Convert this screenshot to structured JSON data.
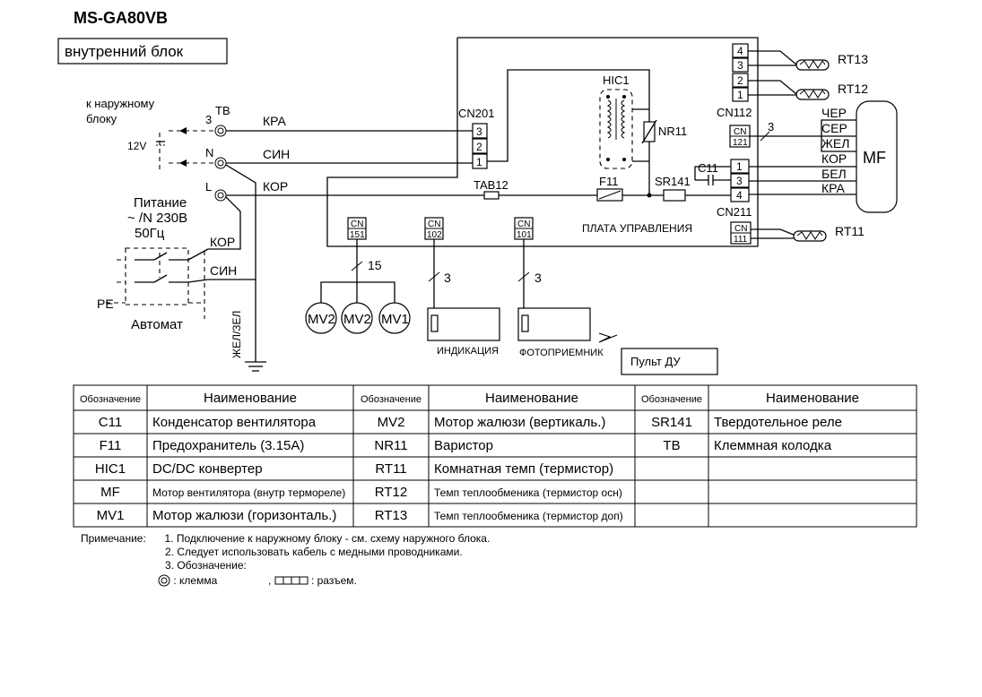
{
  "title": "MS-GA80VB",
  "unit_label": "внутренний блок",
  "outdoor": {
    "to_outdoor_line1": "к наружному",
    "to_outdoor_line2": "блоку",
    "voltage_12v": "12V",
    "terminal_block_label": "TB",
    "terminal_3": "3",
    "terminal_n": "N",
    "terminal_l": "L",
    "wire_kra": "КРА",
    "wire_sin": "СИН",
    "wire_kor": "КОР",
    "power_line1": "Питание",
    "power_line2": "~ /N 230В",
    "power_line3": "50Гц",
    "breaker_kor": "КОР",
    "breaker_sin": "СИН",
    "pe_label": "PE",
    "breaker_label": "Автомат",
    "ground_wire": "ЖЕЛ/ЗЕЛ"
  },
  "board": {
    "cn201": "CN201",
    "cn201_pins": [
      "3",
      "2",
      "1"
    ],
    "hic1": "HIC1",
    "nr11": "NR11",
    "tab12": "TAB12",
    "f11": "F11",
    "sr141": "SR141",
    "c11": "C11",
    "control_board": "ПЛАТА УПРАВЛЕНИЯ",
    "cn151_top": "CN",
    "cn151_bottom": "151",
    "cn102_top": "CN",
    "cn102_bottom": "102",
    "cn101_top": "CN",
    "cn101_bottom": "101",
    "cn121_top": "CN",
    "cn121_bottom": "121",
    "cn111_top": "CN",
    "cn111_bottom": "111",
    "cn112": "CN112",
    "cn112_pins": [
      "4",
      "3",
      "2",
      "1"
    ],
    "cn211": "CN211",
    "cn211_pins": [
      "1",
      "3",
      "4"
    ],
    "rt13": "RT13",
    "rt12": "RT12",
    "rt11": "RT11",
    "mf": "MF",
    "mf_wires": [
      "ЧЕР",
      "СЕР",
      "ЖЕЛ",
      "КОР",
      "БЕЛ",
      "КРА"
    ],
    "count_3_fan": "3",
    "count_15": "15",
    "count_3_ind": "3",
    "count_3_photo": "3",
    "motors": [
      "MV2",
      "MV2",
      "MV1"
    ],
    "indication": "ИНДИКАЦИЯ",
    "photoreceiver": "ФОТОПРИЕМНИК",
    "remote": "Пульт ДУ"
  },
  "table": {
    "headers": [
      "Обозначение",
      "Наименование",
      "Обозначение",
      "Наименование",
      "Обозначение",
      "Наименование"
    ],
    "rows": [
      [
        "C11",
        "Конденсатор вентилятора",
        "MV2",
        "Мотор жалюзи (вертикаль.)",
        "SR141",
        "Твердотельное реле"
      ],
      [
        "F11",
        "Предохранитель (3.15A)",
        "NR11",
        "Варистор",
        "TB",
        "Клеммная колодка"
      ],
      [
        "HIC1",
        "DC/DC конвертер",
        "RT11",
        "Комнатная темп (термистор)",
        "",
        ""
      ],
      [
        "MF",
        "Мотор вентилятора (внутр термореле)",
        "RT12",
        "Темп теплообменика (термистор осн)",
        "",
        ""
      ],
      [
        "MV1",
        "Мотор жалюзи (горизонталь.)",
        "RT13",
        "Темп теплообменика (термистор доп)",
        "",
        ""
      ]
    ]
  },
  "notes": {
    "prefix": "Примечание:",
    "line1": "1. Подключение к наружному блоку - см. схему наружного блока.",
    "line2": "2. Следует использовать кабель с медными проводниками.",
    "line3": "3. Обозначение:",
    "legend_terminal": ": клемма",
    "legend_separator": ",",
    "legend_connector": ": разъем."
  }
}
